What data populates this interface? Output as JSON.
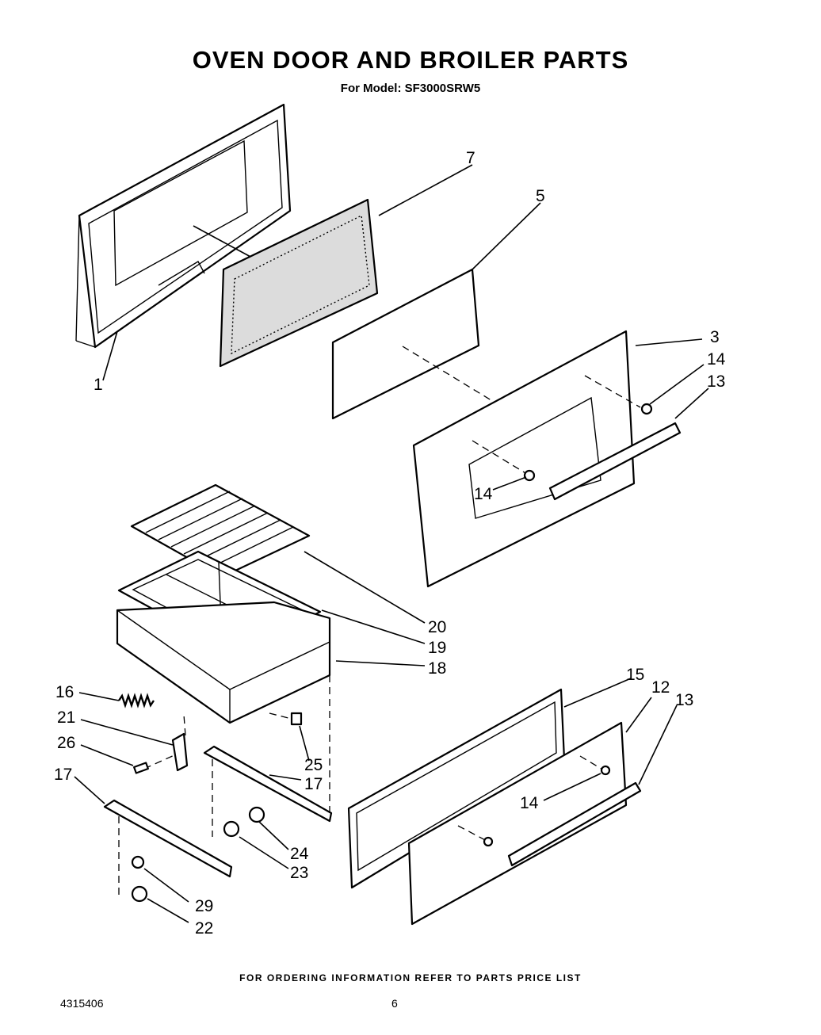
{
  "title": "OVEN DOOR AND BROILER PARTS",
  "subtitle": "For Model: SF3000SRW5",
  "footer_note": "FOR ORDERING INFORMATION REFER TO PARTS PRICE LIST",
  "document_number": "4315406",
  "page_number": "6",
  "callouts": {
    "c1": "1",
    "c3": "3",
    "c5": "5",
    "c7": "7",
    "c12": "12",
    "c13a": "13",
    "c13b": "13",
    "c14a": "14",
    "c14b": "14",
    "c14c": "14",
    "c15": "15",
    "c16": "16",
    "c17a": "17",
    "c17b": "17",
    "c18": "18",
    "c19": "19",
    "c20": "20",
    "c21": "21",
    "c22": "22",
    "c23": "23",
    "c24": "24",
    "c25": "25",
    "c26": "26",
    "c29": "29"
  }
}
